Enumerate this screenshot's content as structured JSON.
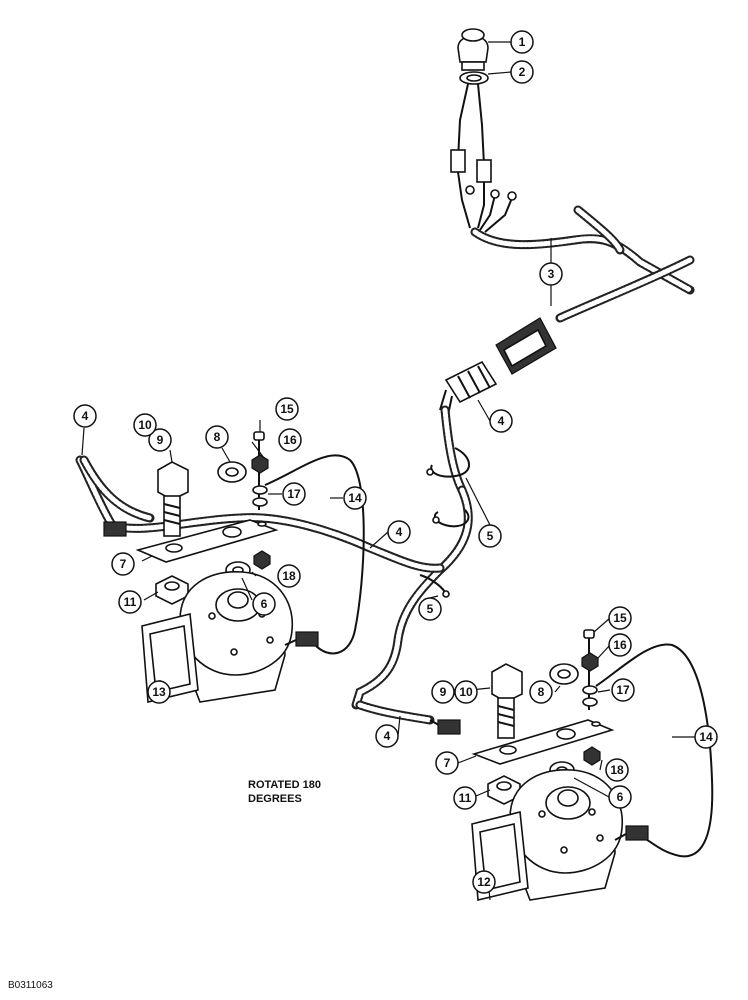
{
  "note": {
    "line1": "ROTATED 180",
    "line2": "DEGREES"
  },
  "figure_id": "B0311063",
  "callouts": {
    "c1": "1",
    "c2": "2",
    "c3": "3",
    "c4a": "4",
    "c4b": "4",
    "c4c": "4",
    "c4d": "4",
    "c5a": "5",
    "c5b": "5",
    "c6a": "6",
    "c6b": "6",
    "c7a": "7",
    "c7b": "7",
    "c8a": "8",
    "c8b": "8",
    "c9a": "9",
    "c9b": "9",
    "c10a": "10",
    "c10b": "10",
    "c11a": "11",
    "c11b": "11",
    "c12": "12",
    "c13": "13",
    "c14a": "14",
    "c14b": "14",
    "c15a": "15",
    "c15b": "15",
    "c16a": "16",
    "c16b": "16",
    "c17a": "17",
    "c17b": "17",
    "c18a": "18",
    "c18b": "18"
  }
}
